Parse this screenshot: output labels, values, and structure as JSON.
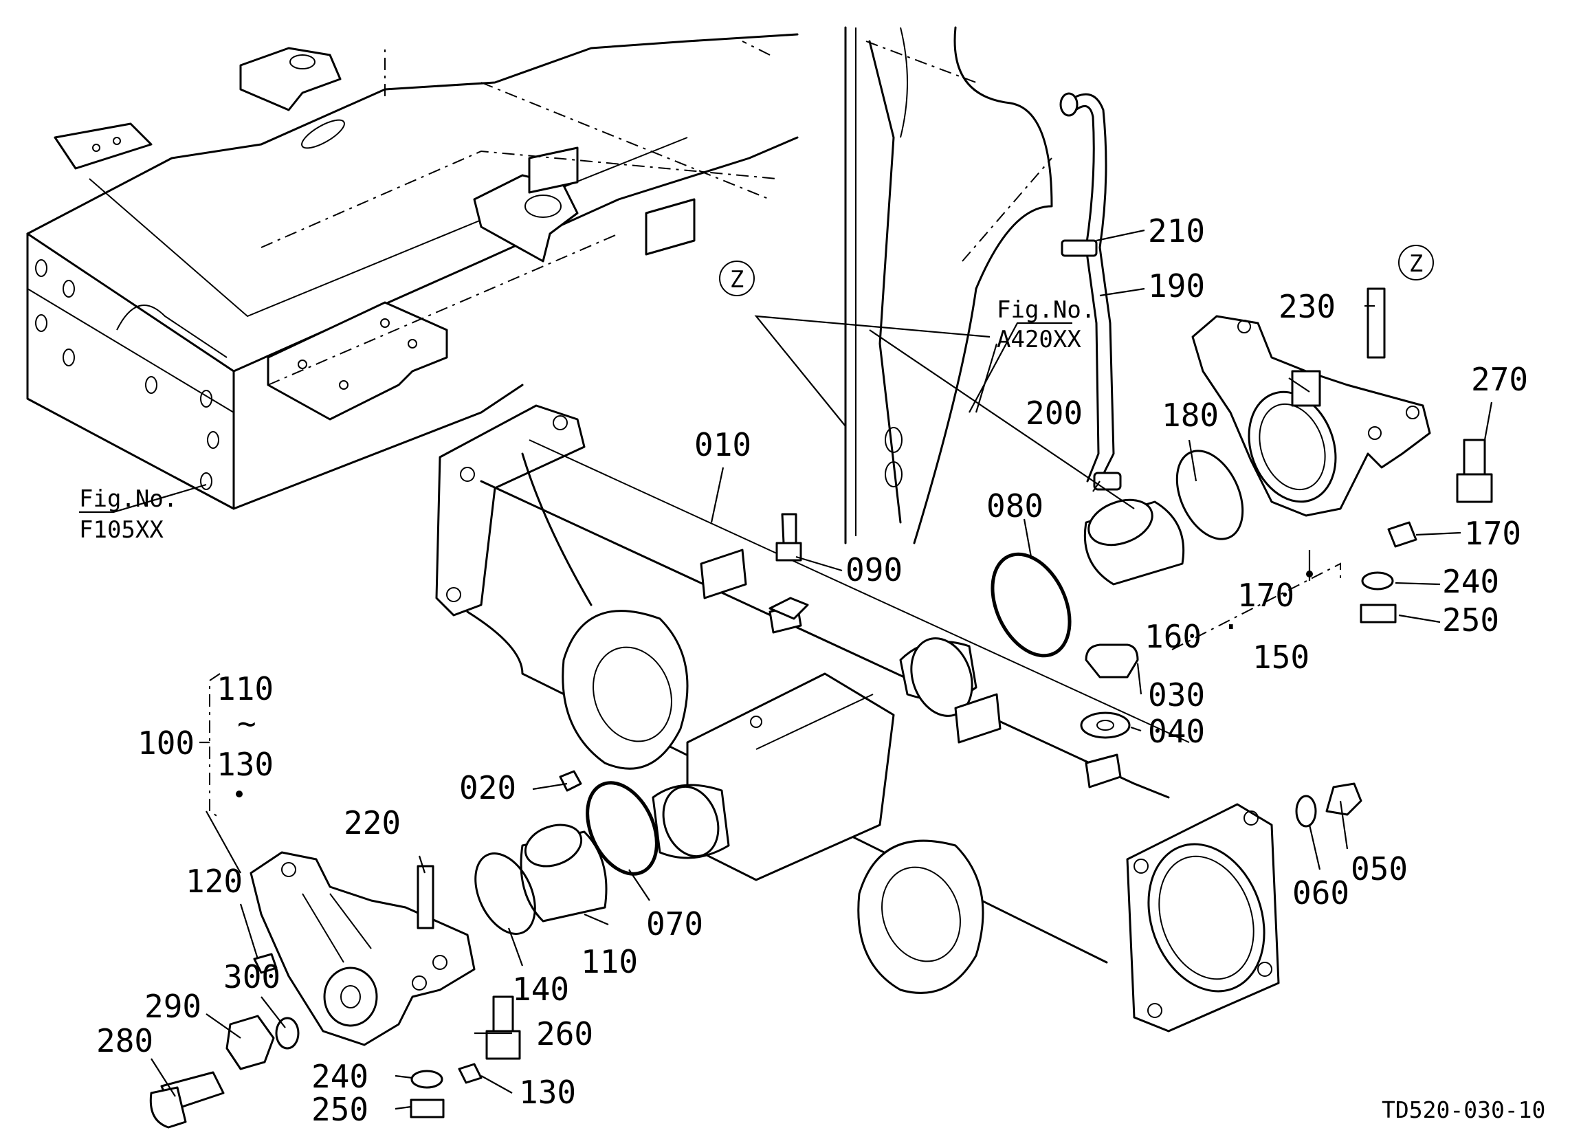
{
  "drawing": {
    "id": "TD520-030-10",
    "zone_marker": "Z",
    "figure_refs": [
      {
        "label": "Fig.No.",
        "code": "F105XX"
      },
      {
        "label": "Fig.No.",
        "code": "A420XX"
      }
    ],
    "parts": [
      "010",
      "020",
      "030",
      "040",
      "050",
      "060",
      "070",
      "080",
      "090",
      "100",
      "110",
      "120",
      "130",
      "140",
      "150",
      "160",
      "170",
      "180",
      "190",
      "200",
      "210",
      "220",
      "230",
      "240",
      "250",
      "260",
      "270",
      "280",
      "290",
      "300"
    ],
    "group_100": {
      "number": "100",
      "range_start": "110",
      "range_symbol": "~",
      "range_end": "130"
    },
    "group_150": {
      "number": "150",
      "members": [
        "160",
        "170"
      ],
      "separator": "."
    },
    "callouts": {
      "p010": "010",
      "p020": "020",
      "p030": "030",
      "p040": "040",
      "p050": "050",
      "p060": "060",
      "p070": "070",
      "p080": "080",
      "p090": "090",
      "p110": "110",
      "p120": "120",
      "p130": "130",
      "p140": "140",
      "p170": "170",
      "p180": "180",
      "p190": "190",
      "p200": "200",
      "p210": "210",
      "p220": "220",
      "p230": "230",
      "p240_left": "240",
      "p240_right": "240",
      "p250_left": "250",
      "p250_right": "250",
      "p260": "260",
      "p270": "270",
      "p280": "280",
      "p290": "290",
      "p300": "300"
    }
  }
}
